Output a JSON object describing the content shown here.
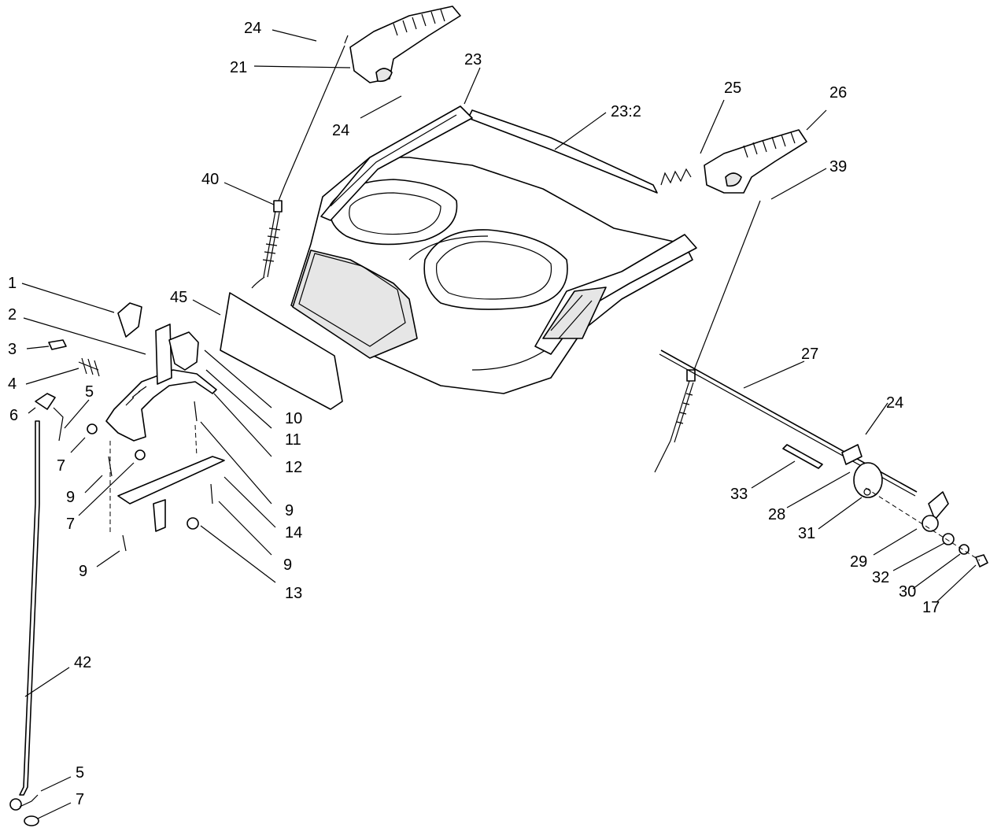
{
  "diagram": {
    "stroke_color": "#000000",
    "fill_color": "#ffffff",
    "shade_color": "#e6e6e6",
    "callouts": [
      "24",
      "21",
      "23",
      "23:2",
      "25",
      "26",
      "39",
      "24",
      "40",
      "1",
      "45",
      "2",
      "3",
      "4",
      "5",
      "6",
      "7",
      "10",
      "11",
      "12",
      "9",
      "7",
      "9",
      "14",
      "9",
      "9",
      "13",
      "27",
      "24",
      "33",
      "28",
      "31",
      "29",
      "32",
      "30",
      "17",
      "42",
      "5",
      "7"
    ]
  }
}
